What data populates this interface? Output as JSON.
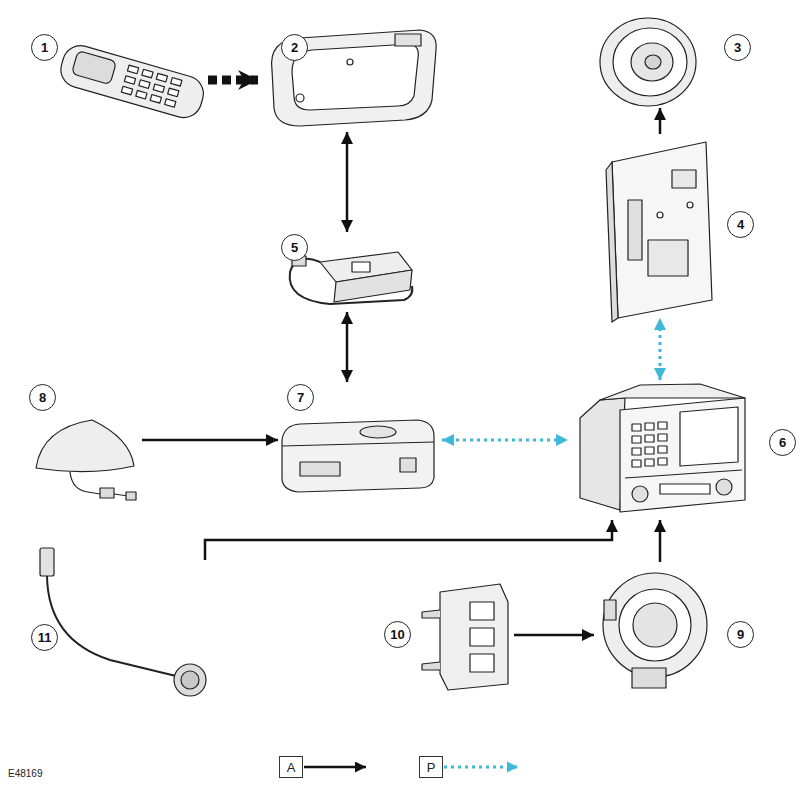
{
  "diagram": {
    "nodes": [
      {
        "text": [
          "1"
        ]
      },
      {
        "text": [
          "2"
        ]
      },
      {
        "text": [
          "3"
        ]
      },
      {
        "text": [
          "4"
        ]
      },
      {
        "text": [
          "5"
        ]
      },
      {
        "text": [
          "6"
        ]
      },
      {
        "text": [
          "7"
        ]
      },
      {
        "text": [
          "8"
        ]
      },
      {
        "text": [
          "9"
        ]
      },
      {
        "text": [
          "10"
        ]
      },
      {
        "text": [
          "11"
        ]
      }
    ],
    "edges": [
      {
        "from": 0,
        "to": 1,
        "arrow": "to"
      },
      {
        "from": 1,
        "to": 4,
        "arrow": "both"
      },
      {
        "from": 4,
        "to": 6,
        "arrow": "both"
      },
      {
        "from": 7,
        "to": 6,
        "arrow": "to"
      },
      {
        "from": 6,
        "to": 5,
        "arrow": "both"
      },
      {
        "from": 3,
        "to": 2,
        "arrow": "to"
      },
      {
        "from": 5,
        "to": 3,
        "arrow": "both"
      },
      {
        "from": 10,
        "to": 5,
        "arrow": "to"
      },
      {
        "from": 9,
        "to": 8,
        "arrow": "to"
      },
      {
        "from": 8,
        "to": 5,
        "arrow": "to"
      }
    ],
    "labels": [
      "E48169"
    ],
    "legend": [
      {
        "text": "A"
      },
      {
        "text": "P"
      }
    ]
  }
}
